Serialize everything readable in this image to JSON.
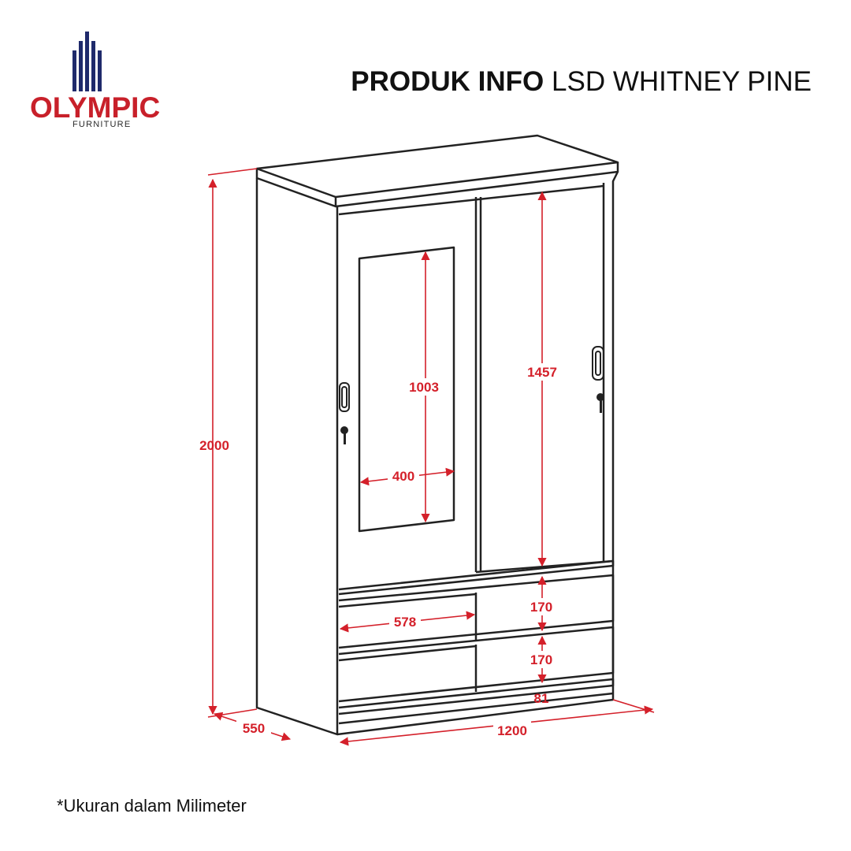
{
  "brand": {
    "name": "OLYMPIC",
    "tagline": "FURNITURE",
    "logo_icon": "vertical-bars-icon",
    "red": "#c8202a",
    "navy": "#1f2a6b"
  },
  "title": {
    "bold": "PRODUK INFO",
    "product": "LSD WHITNEY PINE"
  },
  "dimensions": {
    "height_total": "2000",
    "depth": "550",
    "width_total": "1200",
    "mirror_height": "1003",
    "mirror_width": "400",
    "door_inner_height": "1457",
    "drawer_width": "578",
    "drawer_height_top": "170",
    "drawer_height_bottom": "170",
    "plinth_height": "81"
  },
  "dimension_color": "#d4202a",
  "note": "*Ukuran dalam Milimeter"
}
